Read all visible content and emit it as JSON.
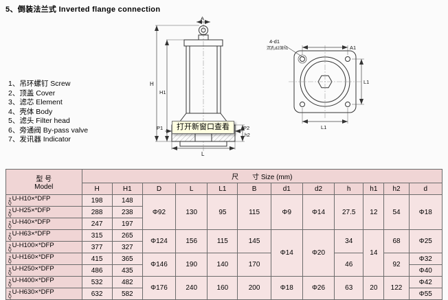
{
  "page": {
    "title": "5、倒装法兰式  Inverted flange connection"
  },
  "tooltip": {
    "text": "打开新窗口查看"
  },
  "parts_list": {
    "items": [
      "1、吊环螺钉  Screw",
      "2、顶盖  Cover",
      "3、滤芯  Element",
      "4、壳体  Body",
      "5、滤头  Filter head",
      "6、旁通阀  By-pass valve",
      "7、发讯器  Indicator"
    ]
  },
  "diagram": {
    "front": {
      "dim_a": "A",
      "dim_h": "H",
      "dim_h1": "H1",
      "port1": "P1",
      "port2": "P2",
      "dim_l": "L",
      "dim_h2": "h2"
    },
    "side": {
      "bolt_note_line1": "4-d1",
      "bolt_note_line2": "沉孔d2深h1",
      "dim_a1": "A1",
      "dim_l1_right": "L1",
      "dim_l1_bottom": "L1"
    }
  },
  "table": {
    "header": {
      "model_cn": "型  号",
      "model_en": "Model",
      "size": "尺　　寸 Size (mm)"
    },
    "prefix": {
      "top": "Z",
      "bottom": "Q"
    },
    "columns": [
      "H",
      "H1",
      "D",
      "L",
      "L1",
      "B",
      "d1",
      "d2",
      "h",
      "h1",
      "h2",
      "d"
    ],
    "rows": [
      {
        "model": "U-H10×*DFP",
        "H": "198",
        "H1": "148",
        "D": "Φ92",
        "L": "130",
        "L1": "95",
        "B": "115",
        "d1": "Φ9",
        "d2": "Φ14",
        "h": "27.5",
        "h1": "12",
        "h2": "54",
        "d": "Φ18"
      },
      {
        "model": "U-H25×*DFP",
        "H": "288",
        "H1": "238"
      },
      {
        "model": "U-H40×*DFP",
        "H": "247",
        "H1": "197"
      },
      {
        "model": "U-H63×*DFP",
        "H": "315",
        "H1": "265",
        "D": "Φ124",
        "L": "156",
        "L1": "115",
        "B": "145",
        "d1": "Φ14",
        "d2": "Φ20",
        "h": "34",
        "h1": "14",
        "h2": "68",
        "d": "Φ25"
      },
      {
        "model": "U-H100×*DFP",
        "H": "377",
        "H1": "327"
      },
      {
        "model": "U-H160×*DFP",
        "H": "415",
        "H1": "365",
        "D": "Φ146",
        "L": "190",
        "L1": "140",
        "B": "170",
        "h": "46",
        "h2": "92",
        "d": "Φ32"
      },
      {
        "model": "U-H250×*DFP",
        "H": "486",
        "H1": "435",
        "d": "Φ40"
      },
      {
        "model": "U-H400×*DFP",
        "H": "532",
        "H1": "482",
        "D": "Φ176",
        "L": "240",
        "L1": "160",
        "B": "200",
        "d1": "Φ18",
        "d2": "Φ26",
        "h": "63",
        "h1": "20",
        "h2": "122",
        "d": "Φ42"
      },
      {
        "model": "U-H630×*DFP",
        "H": "632",
        "H1": "582",
        "d": "Φ55"
      }
    ]
  }
}
